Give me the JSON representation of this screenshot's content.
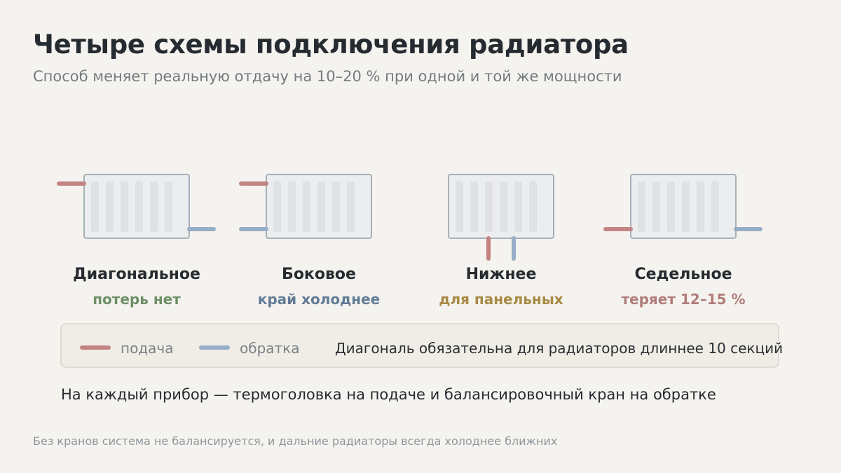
{
  "title": "Четыре схемы подключения радиатора",
  "subtitle": "Способ меняет реальную отдачу на 10–20 % при одной и той же мощности",
  "colors": {
    "supply": "#c48383",
    "return": "#97aec8",
    "radiator_fill": "#ecedee",
    "radiator_stroke": "#a6b0b8",
    "section_fill": "#dfe1e4"
  },
  "schemes": [
    {
      "name": "Диагональное",
      "note": "потерь нет",
      "note_color": "#6e8f68"
    },
    {
      "name": "Боковое",
      "note": "край холоднее",
      "note_color": "#627b96"
    },
    {
      "name": "Нижнее",
      "note": "для панельных",
      "note_color": "#a88a45"
    },
    {
      "name": "Седельное",
      "note": "теряет 12–15 %",
      "note_color": "#b07c79"
    }
  ],
  "legend": {
    "supply_label": "подача",
    "return_label": "обратка",
    "text": "Диагональ обязательна для радиаторов длиннее 10 секций"
  },
  "bottom_line": "На каждый прибор — термоголовка на подаче и балансировочный кран на обратке",
  "footnote": "Без кранов система не балансируется, и дальние радиаторы всегда холоднее ближних"
}
